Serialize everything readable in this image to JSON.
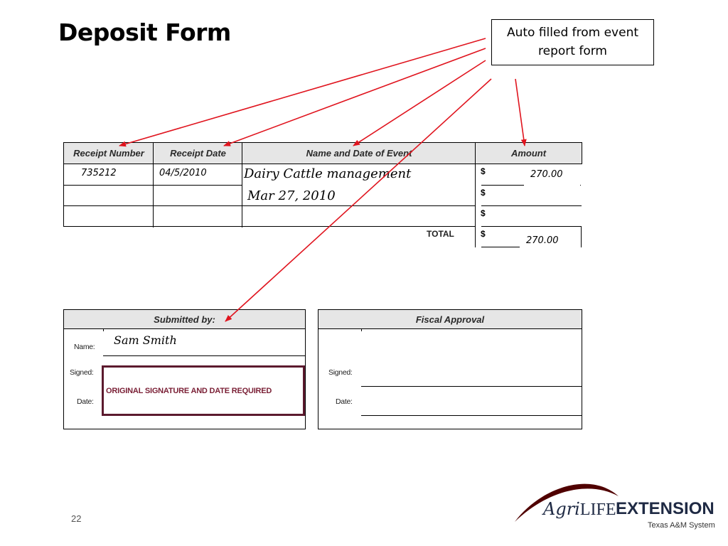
{
  "slide": {
    "title": "Deposit Form",
    "callout": "Auto filled from event report form",
    "page_number": "22"
  },
  "deposit_table": {
    "headers": {
      "receipt_number": "Receipt Number",
      "receipt_date": "Receipt Date",
      "event": "Name and Date of Event",
      "amount": "Amount"
    },
    "row1": {
      "receipt_number": "735212",
      "receipt_date": "04/5/2010",
      "event_name": "Dairy Cattle management",
      "amount": "270.00"
    },
    "event_date": "Mar 27, 2010",
    "currency_symbol": "$",
    "total_label": "TOTAL",
    "total_amount": "270.00"
  },
  "submitted": {
    "header": "Submitted by:",
    "name_label": "Name:",
    "name_value": "Sam Smith",
    "signed_label": "Signed:",
    "date_label": "Date:",
    "notice": "ORIGINAL SIGNATURE AND DATE REQUIRED"
  },
  "fiscal": {
    "header": "Fiscal Approval",
    "signed_label": "Signed:",
    "date_label": "Date:"
  },
  "logo": {
    "agri": "Agri",
    "life": "LIFE",
    "extension": "EXTENSION",
    "system": "Texas A&M System"
  },
  "colors": {
    "arrow": "#e0141e",
    "header_fill": "#e6e6e6",
    "signature_box": "#5c1a2e",
    "logo_maroon": "#500000",
    "logo_navy": "#1f2a44"
  }
}
